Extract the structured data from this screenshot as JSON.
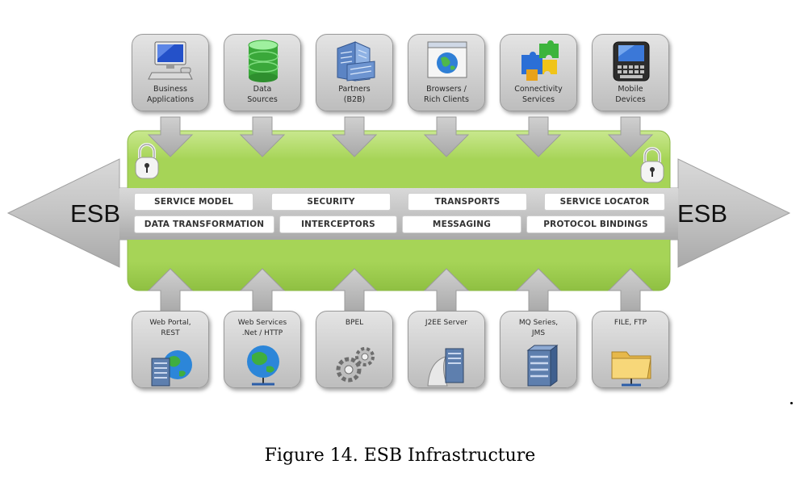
{
  "esb_label_left": "ESB",
  "esb_label_right": "ESB",
  "top_sources": [
    {
      "label": "Business\nApplications",
      "icon": "desktop-computer-icon"
    },
    {
      "label": "Data\nSources",
      "icon": "database-icon"
    },
    {
      "label": "Partners\n(B2B)",
      "icon": "office-building-icon"
    },
    {
      "label": "Browsers /\nRich Clients",
      "icon": "browser-window-icon"
    },
    {
      "label": "Connectivity\nServices",
      "icon": "puzzle-pieces-icon"
    },
    {
      "label": "Mobile\nDevices",
      "icon": "mobile-device-icon"
    }
  ],
  "capabilities": {
    "row1": [
      "SERVICE MODEL",
      "SECURITY",
      "TRANSPORTS",
      "SERVICE LOCATOR"
    ],
    "row2": [
      "DATA TRANSFORMATION",
      "INTERCEPTORS",
      "MESSAGING",
      "PROTOCOL BINDINGS"
    ]
  },
  "bottom_endpoints": [
    {
      "label": "Web Portal,\nREST",
      "icon": "server-globe-icon"
    },
    {
      "label": "Web Services\n.Net / HTTP",
      "icon": "network-globe-icon"
    },
    {
      "label": "BPEL",
      "icon": "gears-icon"
    },
    {
      "label": "J2EE Server",
      "icon": "app-server-icon"
    },
    {
      "label": "MQ Series,\nJMS",
      "icon": "server-stack-icon"
    },
    {
      "label": "FILE, FTP",
      "icon": "folder-network-icon"
    }
  ],
  "colors": {
    "bus_green": "#a8d45a",
    "bus_green_light": "#d8efb0",
    "arrow_gray": "#bdbdbd"
  },
  "caption": "Figure 14. ESB Infrastructure"
}
